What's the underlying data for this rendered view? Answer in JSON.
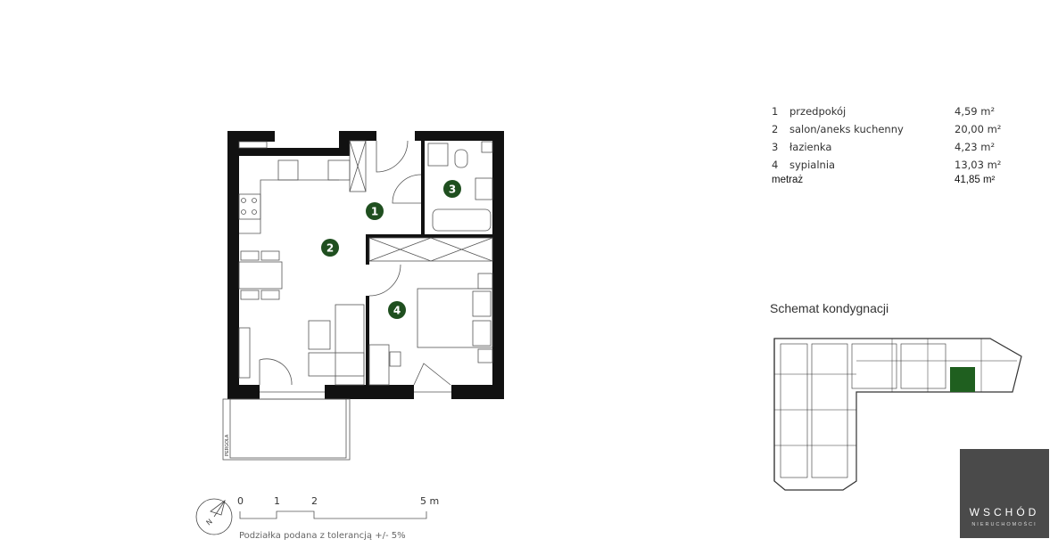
{
  "rooms": [
    {
      "number": "1",
      "name": "przedpokój",
      "area": "4,59 m²"
    },
    {
      "number": "2",
      "name": "salon/aneks kuchenny",
      "area": "20,00 m²"
    },
    {
      "number": "3",
      "name": "łazienka",
      "area": "4,23 m²"
    },
    {
      "number": "4",
      "name": "sypialnia",
      "area": "13,03 m²"
    }
  ],
  "total": {
    "label": "metraż",
    "area": "41,85 m²"
  },
  "plan": {
    "pergola_label": "PERGOLA",
    "room_color": "#1f4f1f",
    "markers": [
      "1",
      "2",
      "3",
      "4"
    ]
  },
  "schematic": {
    "title": "Schemat kondygnacji",
    "highlight_color": "#1f5f1f"
  },
  "scale": {
    "ticks": [
      "0",
      "1",
      "2",
      "5 m"
    ],
    "note": "Podziałka podana z tolerancją +/- 5%",
    "compass_label": "N"
  },
  "logo": {
    "brand": "WSCHÓD",
    "sub": "NIERUCHOMOŚCI"
  }
}
